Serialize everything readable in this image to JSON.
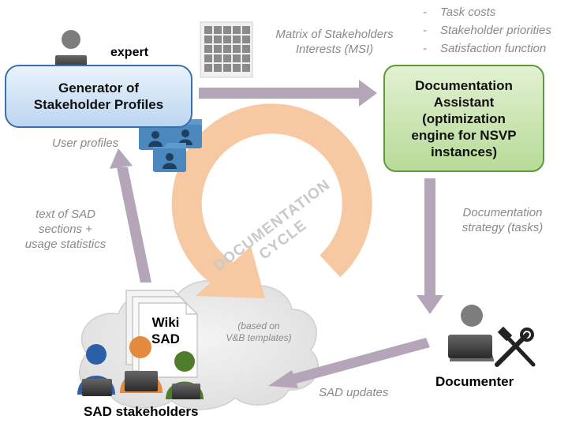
{
  "nodes": {
    "expert_label": "expert",
    "generator": "Generator of Stakeholder Profiles",
    "assistant": "Documentation Assistant (optimization engine for NSVP instances)",
    "documenter": "Documenter",
    "wiki": "Wiki SAD",
    "stakeholders": "SAD stakeholders"
  },
  "labels": {
    "msi_line1": "Matrix of Stakeholders",
    "msi_line2": "Interests (MSI)",
    "user_profiles": "User profiles",
    "strategy_line1": "Documentation",
    "strategy_line2": "strategy (tasks)",
    "text_line1": "text of SAD",
    "text_line2": "sections +",
    "text_line3": "usage statistics",
    "updates": "SAD updates",
    "templates_line1": "(based on",
    "templates_line2": "V&B templates)"
  },
  "inputs": [
    "Task costs",
    "Stakeholder priorities",
    "Satisfaction function"
  ],
  "cycle": {
    "line1": "DOCUMENTATION",
    "line2": "CYCLE"
  },
  "colors": {
    "arrow": "#b4a5b9",
    "cycle_arrow": "#f7c9a2",
    "generator_border": "#3a6fb0",
    "assistant_border": "#5d9a3a",
    "folder": "#4a88bd",
    "person_blue": "#2d5fa8",
    "person_orange": "#e48a3c",
    "person_green": "#4e7d2c",
    "person_gray": "#7d7d7d"
  },
  "icons": [
    "person-laptop-icon",
    "matrix-grid-icon",
    "folder-users-icon",
    "document-stack-icon",
    "tools-icon",
    "cloud-icon"
  ]
}
